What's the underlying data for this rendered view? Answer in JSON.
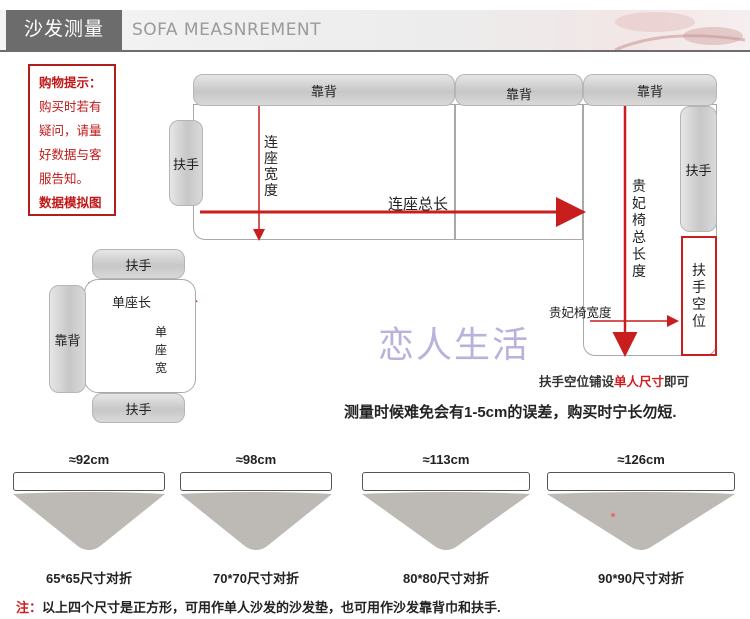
{
  "header": {
    "title": "沙发测量",
    "subtitle": "SOFA MEASNREMENT"
  },
  "tip": {
    "line1": "购物提示：",
    "line2": "购买时若有",
    "line3": "疑问，请量",
    "line4": "好数据与客",
    "line5": "服告知。",
    "line6": "数据模拟图"
  },
  "sofa": {
    "back1": "靠背",
    "back2": "靠背",
    "back3": "靠背",
    "arm_left": "扶手",
    "arm_right": "扶手",
    "seat_width": [
      "连",
      "座",
      "宽",
      "度"
    ],
    "total_length": "连座总长",
    "chaise_length": [
      "贵",
      "妃",
      "椅",
      "总",
      "长",
      "度"
    ],
    "chaise_width": "贵妃椅宽度",
    "arm_gap": [
      "扶",
      "手",
      "空",
      "位"
    ]
  },
  "single": {
    "arm_top": "扶手",
    "arm_bottom": "扶手",
    "back": "靠背",
    "seat_length": "单座长",
    "seat_width": [
      "单",
      "座",
      "宽"
    ]
  },
  "notes": {
    "arm_gap_prefix": "扶手空位铺设",
    "arm_gap_highlight": "单人尺寸",
    "arm_gap_suffix": "即可",
    "error": "测量时候难免会有1-5cm的误差，购买时宁长勿短."
  },
  "watermark": "恋人生活",
  "cushions": [
    {
      "span": "≈92cm",
      "caption": "65*65尺寸对折"
    },
    {
      "span": "≈98cm",
      "caption": "70*70尺寸对折"
    },
    {
      "span": "≈113cm",
      "caption": "80*80尺寸对折"
    },
    {
      "span": "≈126cm",
      "caption": "90*90尺寸对折"
    }
  ],
  "footnote": {
    "label": "注：",
    "text": "以上四个尺寸是正方形，可用作单人沙发的沙发垫，也可用作沙发靠背巾和扶手."
  },
  "colors": {
    "accent_red": "#d21c1c",
    "header_gray": "#6c6c6c",
    "cushion_gray": "#bdbab5"
  }
}
